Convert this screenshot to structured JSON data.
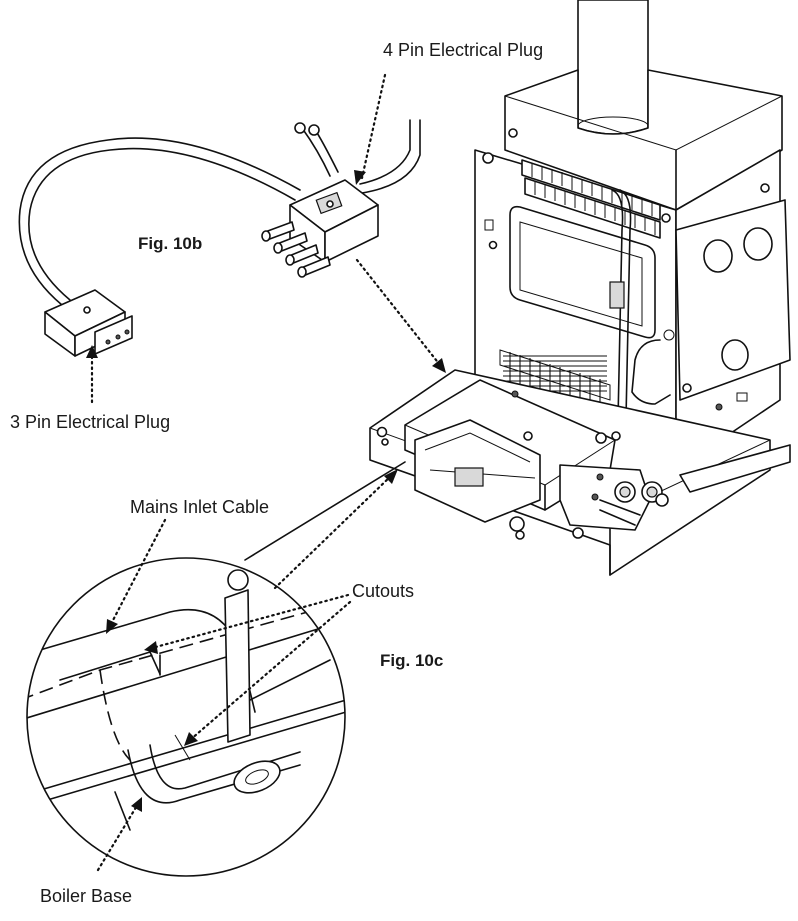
{
  "labels": {
    "four_pin_plug": "4 Pin Electrical Plug",
    "three_pin_plug": "3 Pin Electrical Plug",
    "mains_inlet_cable": "Mains Inlet Cable",
    "cutouts": "Cutouts",
    "boiler_base": "Boiler Base"
  },
  "figures": {
    "fig_10b": "Fig. 10b",
    "fig_10c": "Fig. 10c"
  },
  "icons": {
    "plug_4pin": "four-pin-plug-icon",
    "plug_3pin": "three-pin-plug-icon",
    "boiler": "boiler-unit-icon",
    "magnifier": "detail-magnifier-icon"
  }
}
